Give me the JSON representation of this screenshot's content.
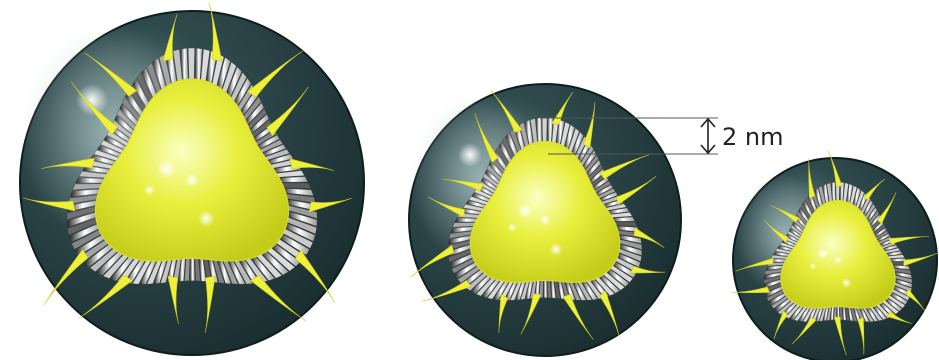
{
  "annotation": {
    "thickness_label": "2 nm"
  },
  "colors": {
    "background": "#ffffff",
    "shell_dark": "#2a4447",
    "shell_edge": "#0e1d1f",
    "ligand_light": "#ffffff",
    "ligand_mid": "#9a9a9a",
    "ligand_dark": "#1e1e1e",
    "core_yellow": "#e6ee3a",
    "core_highlight": "#fbffd0",
    "tendril": "#eef03a",
    "scale_line": "#555555"
  },
  "particles": [
    {
      "name": "large-nanoparticle",
      "size": "large"
    },
    {
      "name": "medium-nanoparticle",
      "size": "medium"
    },
    {
      "name": "small-nanoparticle",
      "size": "small"
    }
  ]
}
